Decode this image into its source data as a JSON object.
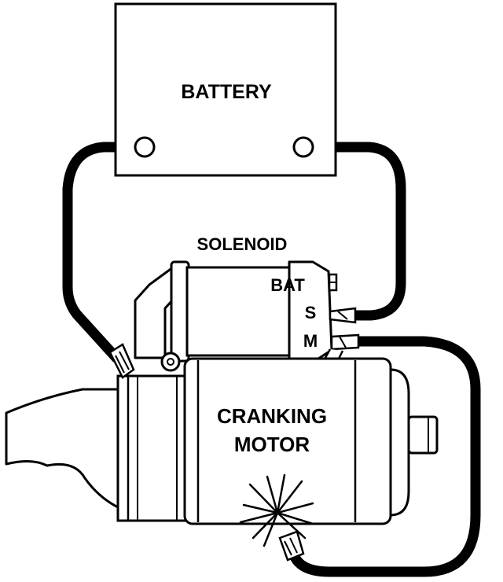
{
  "labels": {
    "battery": "BATTERY",
    "solenoid": "SOLENOID",
    "bat_terminal": "BAT",
    "s_terminal": "S",
    "m_terminal": "M",
    "motor_line1": "CRANKING",
    "motor_line2": "MOTOR"
  },
  "colors": {
    "ink": "#000000",
    "paper": "#ffffff"
  }
}
